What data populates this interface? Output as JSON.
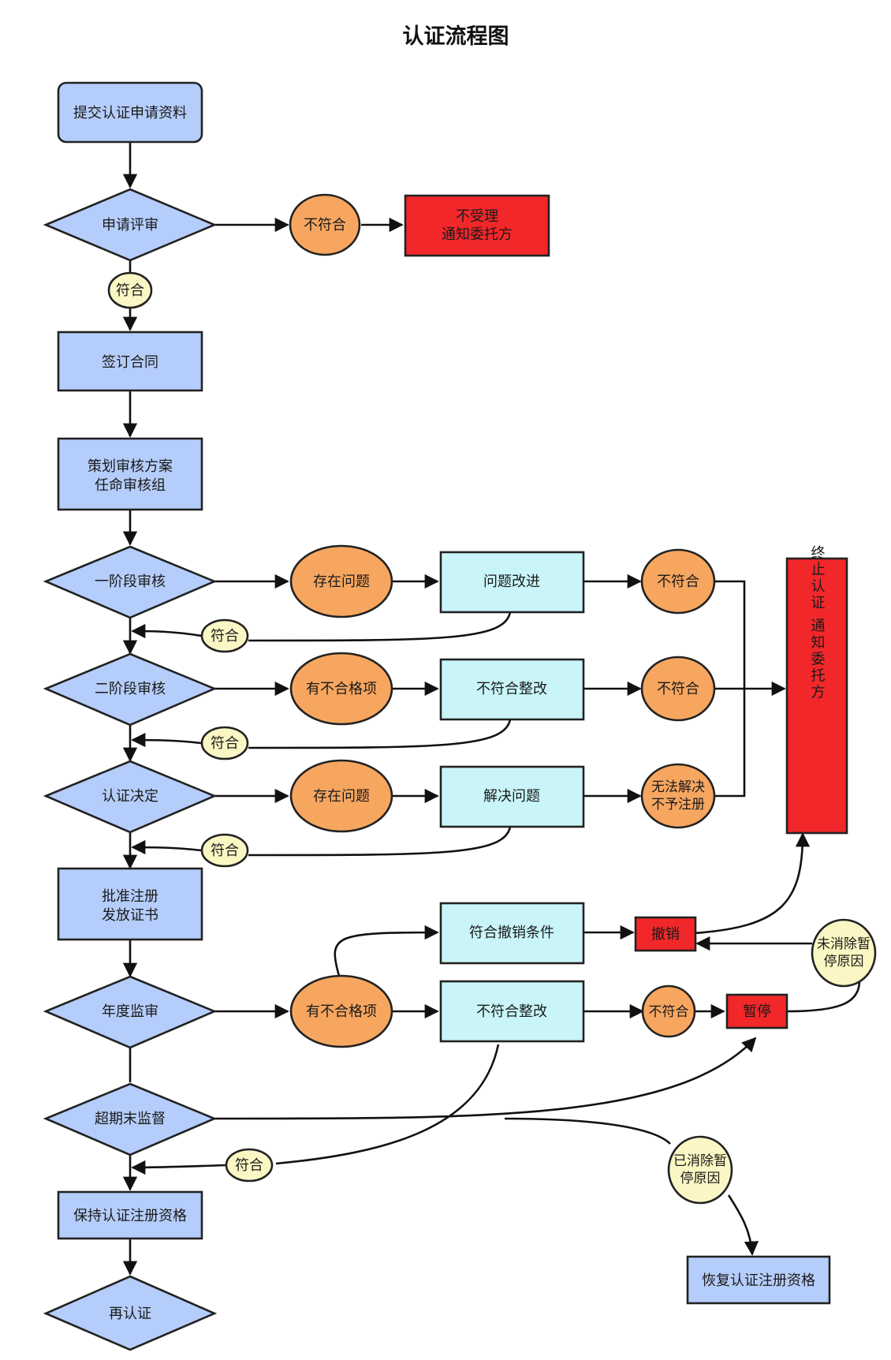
{
  "title": "认证流程图",
  "nodes": {
    "submit": "提交认证申请资料",
    "apply_review": "申请评审",
    "reject_l1": "不受理",
    "reject_l2": "通知委托方",
    "sign_contract": "签订合同",
    "plan_l1": "策划审核方案",
    "plan_l2": "任命审核组",
    "stage1": "一阶段审核",
    "issue1": "存在问题",
    "improve": "问题改进",
    "stage2": "二阶段审核",
    "nonconf1": "有不合格项",
    "rectify1": "不符合整改",
    "decision": "认证决定",
    "issue2": "存在问题",
    "solve": "解决问题",
    "unsolved_l1": "无法解决",
    "unsolved_l2": "不予注册",
    "terminate": "终止认证 通知委托方",
    "approve_l1": "批准注册",
    "approve_l2": "发放证书",
    "annual": "年度监审",
    "nonconf2": "有不合格项",
    "revoke_cond": "符合撤销条件",
    "revoke": "撤销",
    "rectify2": "不符合整改",
    "suspend": "暂停",
    "not_cleared_l1": "未消除暂",
    "not_cleared_l2": "停原因",
    "overdue": "超期末监督",
    "cleared_l1": "已消除暂",
    "cleared_l2": "停原因",
    "keep": "保持认证注册资格",
    "restore": "恢复认证注册资格",
    "recert": "再认证"
  },
  "labels": {
    "fail": "不符合",
    "pass": "符合"
  },
  "colors": {
    "process": "#b5cdfa",
    "action": "#c9f5f8",
    "issue": "#f7a660",
    "condition": "#fbf7c4",
    "terminal": "#f2272a"
  }
}
